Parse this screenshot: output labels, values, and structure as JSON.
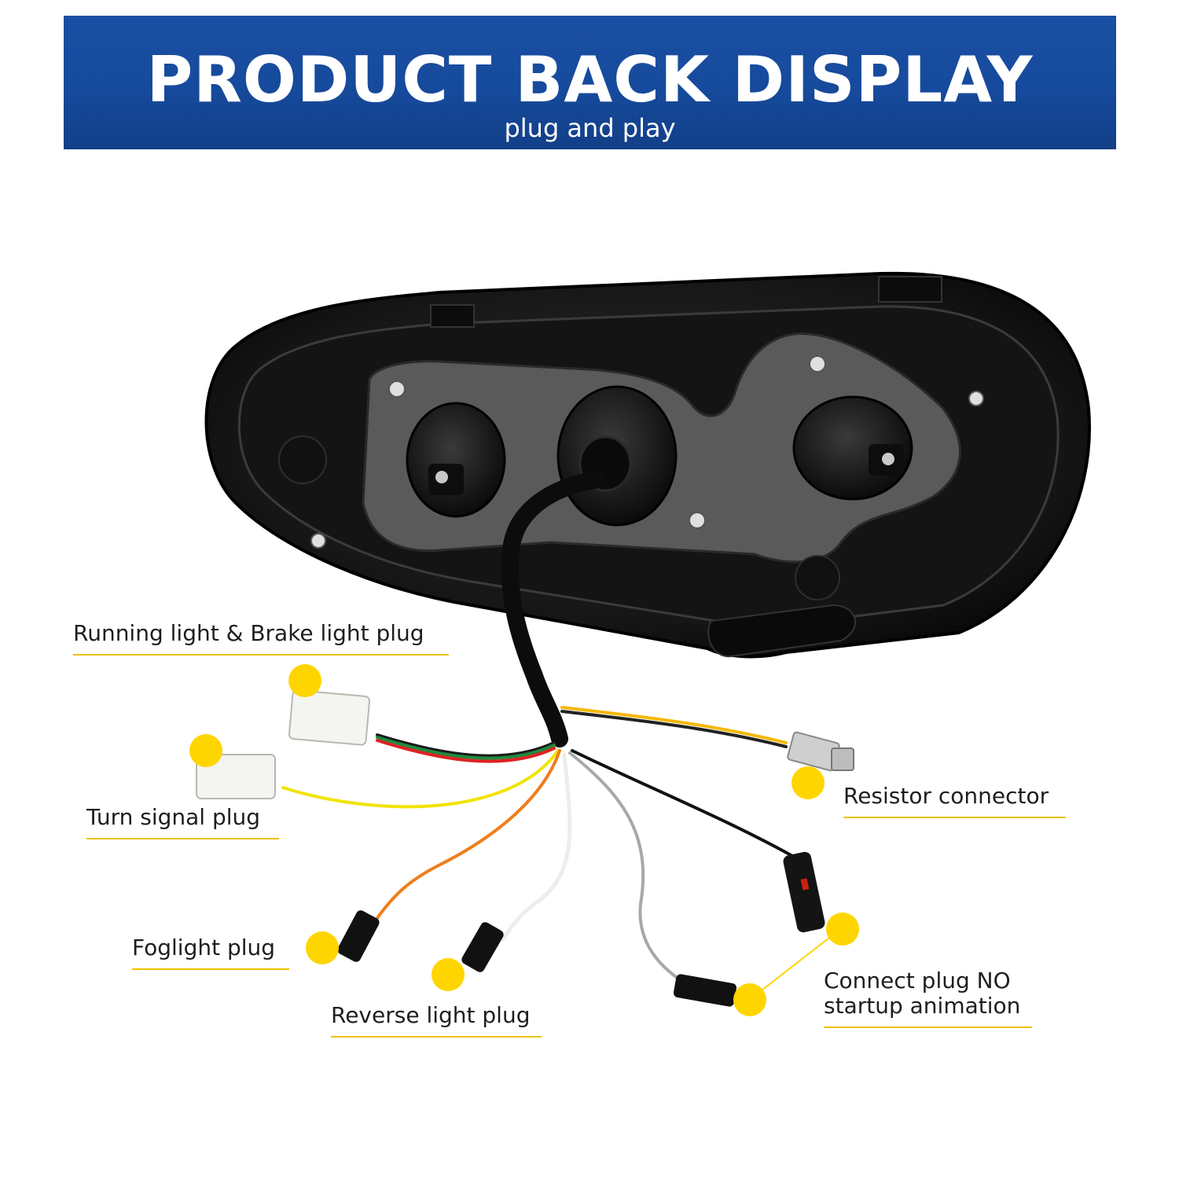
{
  "header": {
    "title": "PRODUCT BACK DISPLAY",
    "subtitle": "plug and play"
  },
  "labels": {
    "running_brake": "Running light & Brake light plug",
    "turn_signal": "Turn signal plug",
    "foglight": "Foglight plug",
    "reverse": "Reverse light plug",
    "resistor": "Resistor connector",
    "no_animation_line1": "Connect plug NO",
    "no_animation_line2": "startup animation"
  },
  "colors": {
    "banner": "#164a9c",
    "marker": "#ffd500",
    "underline": "#f0c300",
    "housing": "#1a1a1a",
    "gasket": "#5a5a5a"
  }
}
